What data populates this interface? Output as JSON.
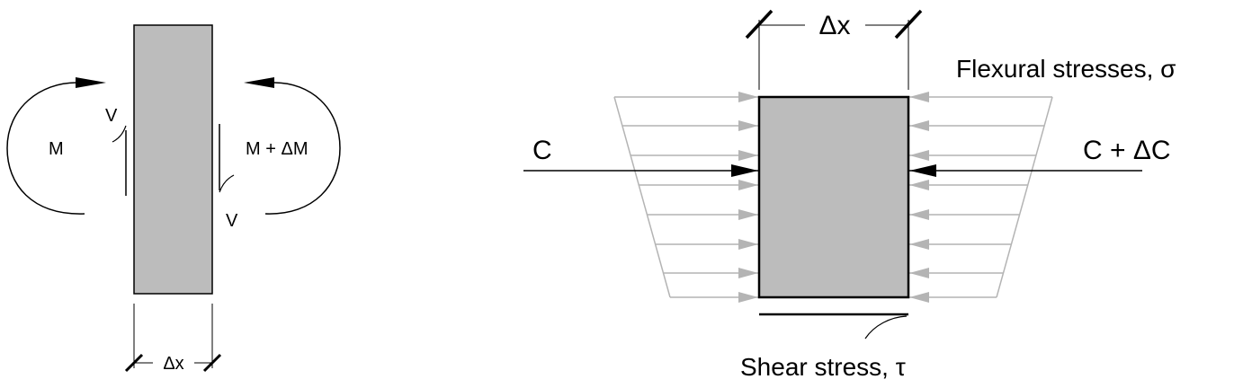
{
  "left_diagram": {
    "moment_left": "M",
    "moment_right": "M + ΔM",
    "shear_left": "V",
    "shear_right": "V",
    "width_label": "Δx"
  },
  "right_diagram": {
    "width_label": "Δx",
    "force_left": "C",
    "force_right": "C + ΔC",
    "flexural_label": "Flexural stresses, σ",
    "shear_label": "Shear stress, τ"
  },
  "colors": {
    "element_fill": "#bcbcbc",
    "stress_arrow": "#b4b4b4",
    "line": "#000000"
  }
}
